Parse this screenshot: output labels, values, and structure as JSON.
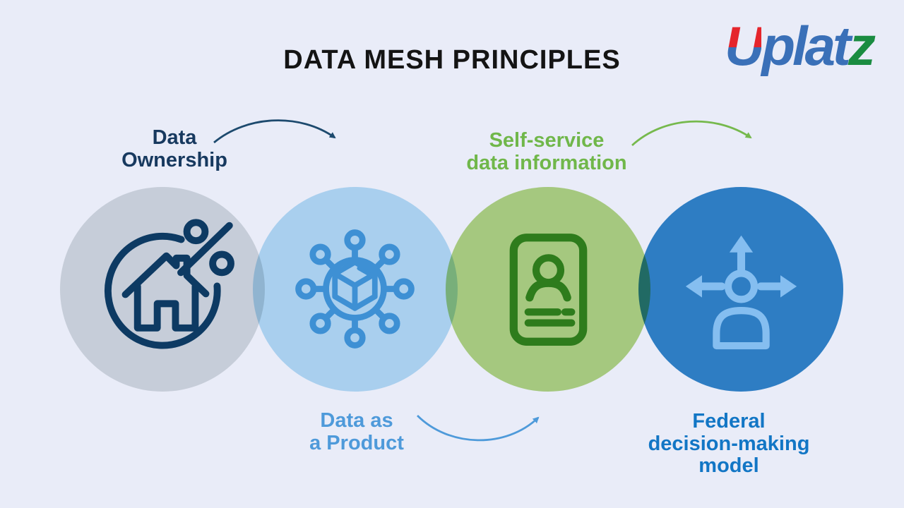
{
  "title": "DATA MESH PRINCIPLES",
  "title_color": "#141414",
  "background_color": "#e9ecf8",
  "logo": {
    "u": "U",
    "middle": "plat",
    "z": "z",
    "u_top_color": "#e5252c",
    "blue_color": "#3a70b8",
    "z_color": "#1a8c41"
  },
  "nodes": [
    {
      "id": "data-ownership",
      "label_lines": [
        "Data",
        "Ownership"
      ],
      "label_color": "#17395f",
      "label_position": "top",
      "circle_color": "#c6cdd9",
      "circle_fill": "#d9dedf",
      "icon": "house-with-percent",
      "icon_color": "#0d3a63"
    },
    {
      "id": "data-as-a-product",
      "label_lines": [
        "Data as",
        "a Product"
      ],
      "label_color": "#4e9ada",
      "label_position": "bottom",
      "circle_color": "#a9cfee",
      "circle_fill": "#b9e0f5",
      "icon": "distributed-package-hub",
      "icon_color": "#3e90d4"
    },
    {
      "id": "self-service-data-information",
      "label_lines": [
        "Self-service",
        "data information"
      ],
      "label_color": "#70b74a",
      "label_position": "top",
      "circle_color": "#a5c87f",
      "circle_fill": "#b5d883",
      "icon": "profile-card",
      "icon_color": "#2e7c1c"
    },
    {
      "id": "federal-decision-making-model",
      "label_lines": [
        "Federal",
        "decision-making",
        "model"
      ],
      "label_color": "#1276c5",
      "label_position": "bottom",
      "circle_color": "#2e7dc4",
      "circle_fill": "#3287c9",
      "icon": "person-with-direction-arrows",
      "icon_color": "#85bef0"
    }
  ],
  "connectors": [
    {
      "from": "data-ownership",
      "to": "data-as-a-product",
      "color": "#1d4a6e"
    },
    {
      "from": "self-service-data-information",
      "to": "federal-decision-making-model",
      "color": "#76b94d"
    },
    {
      "from": "data-as-a-product",
      "to": "self-service-data-information",
      "color": "#4e9ada"
    }
  ]
}
